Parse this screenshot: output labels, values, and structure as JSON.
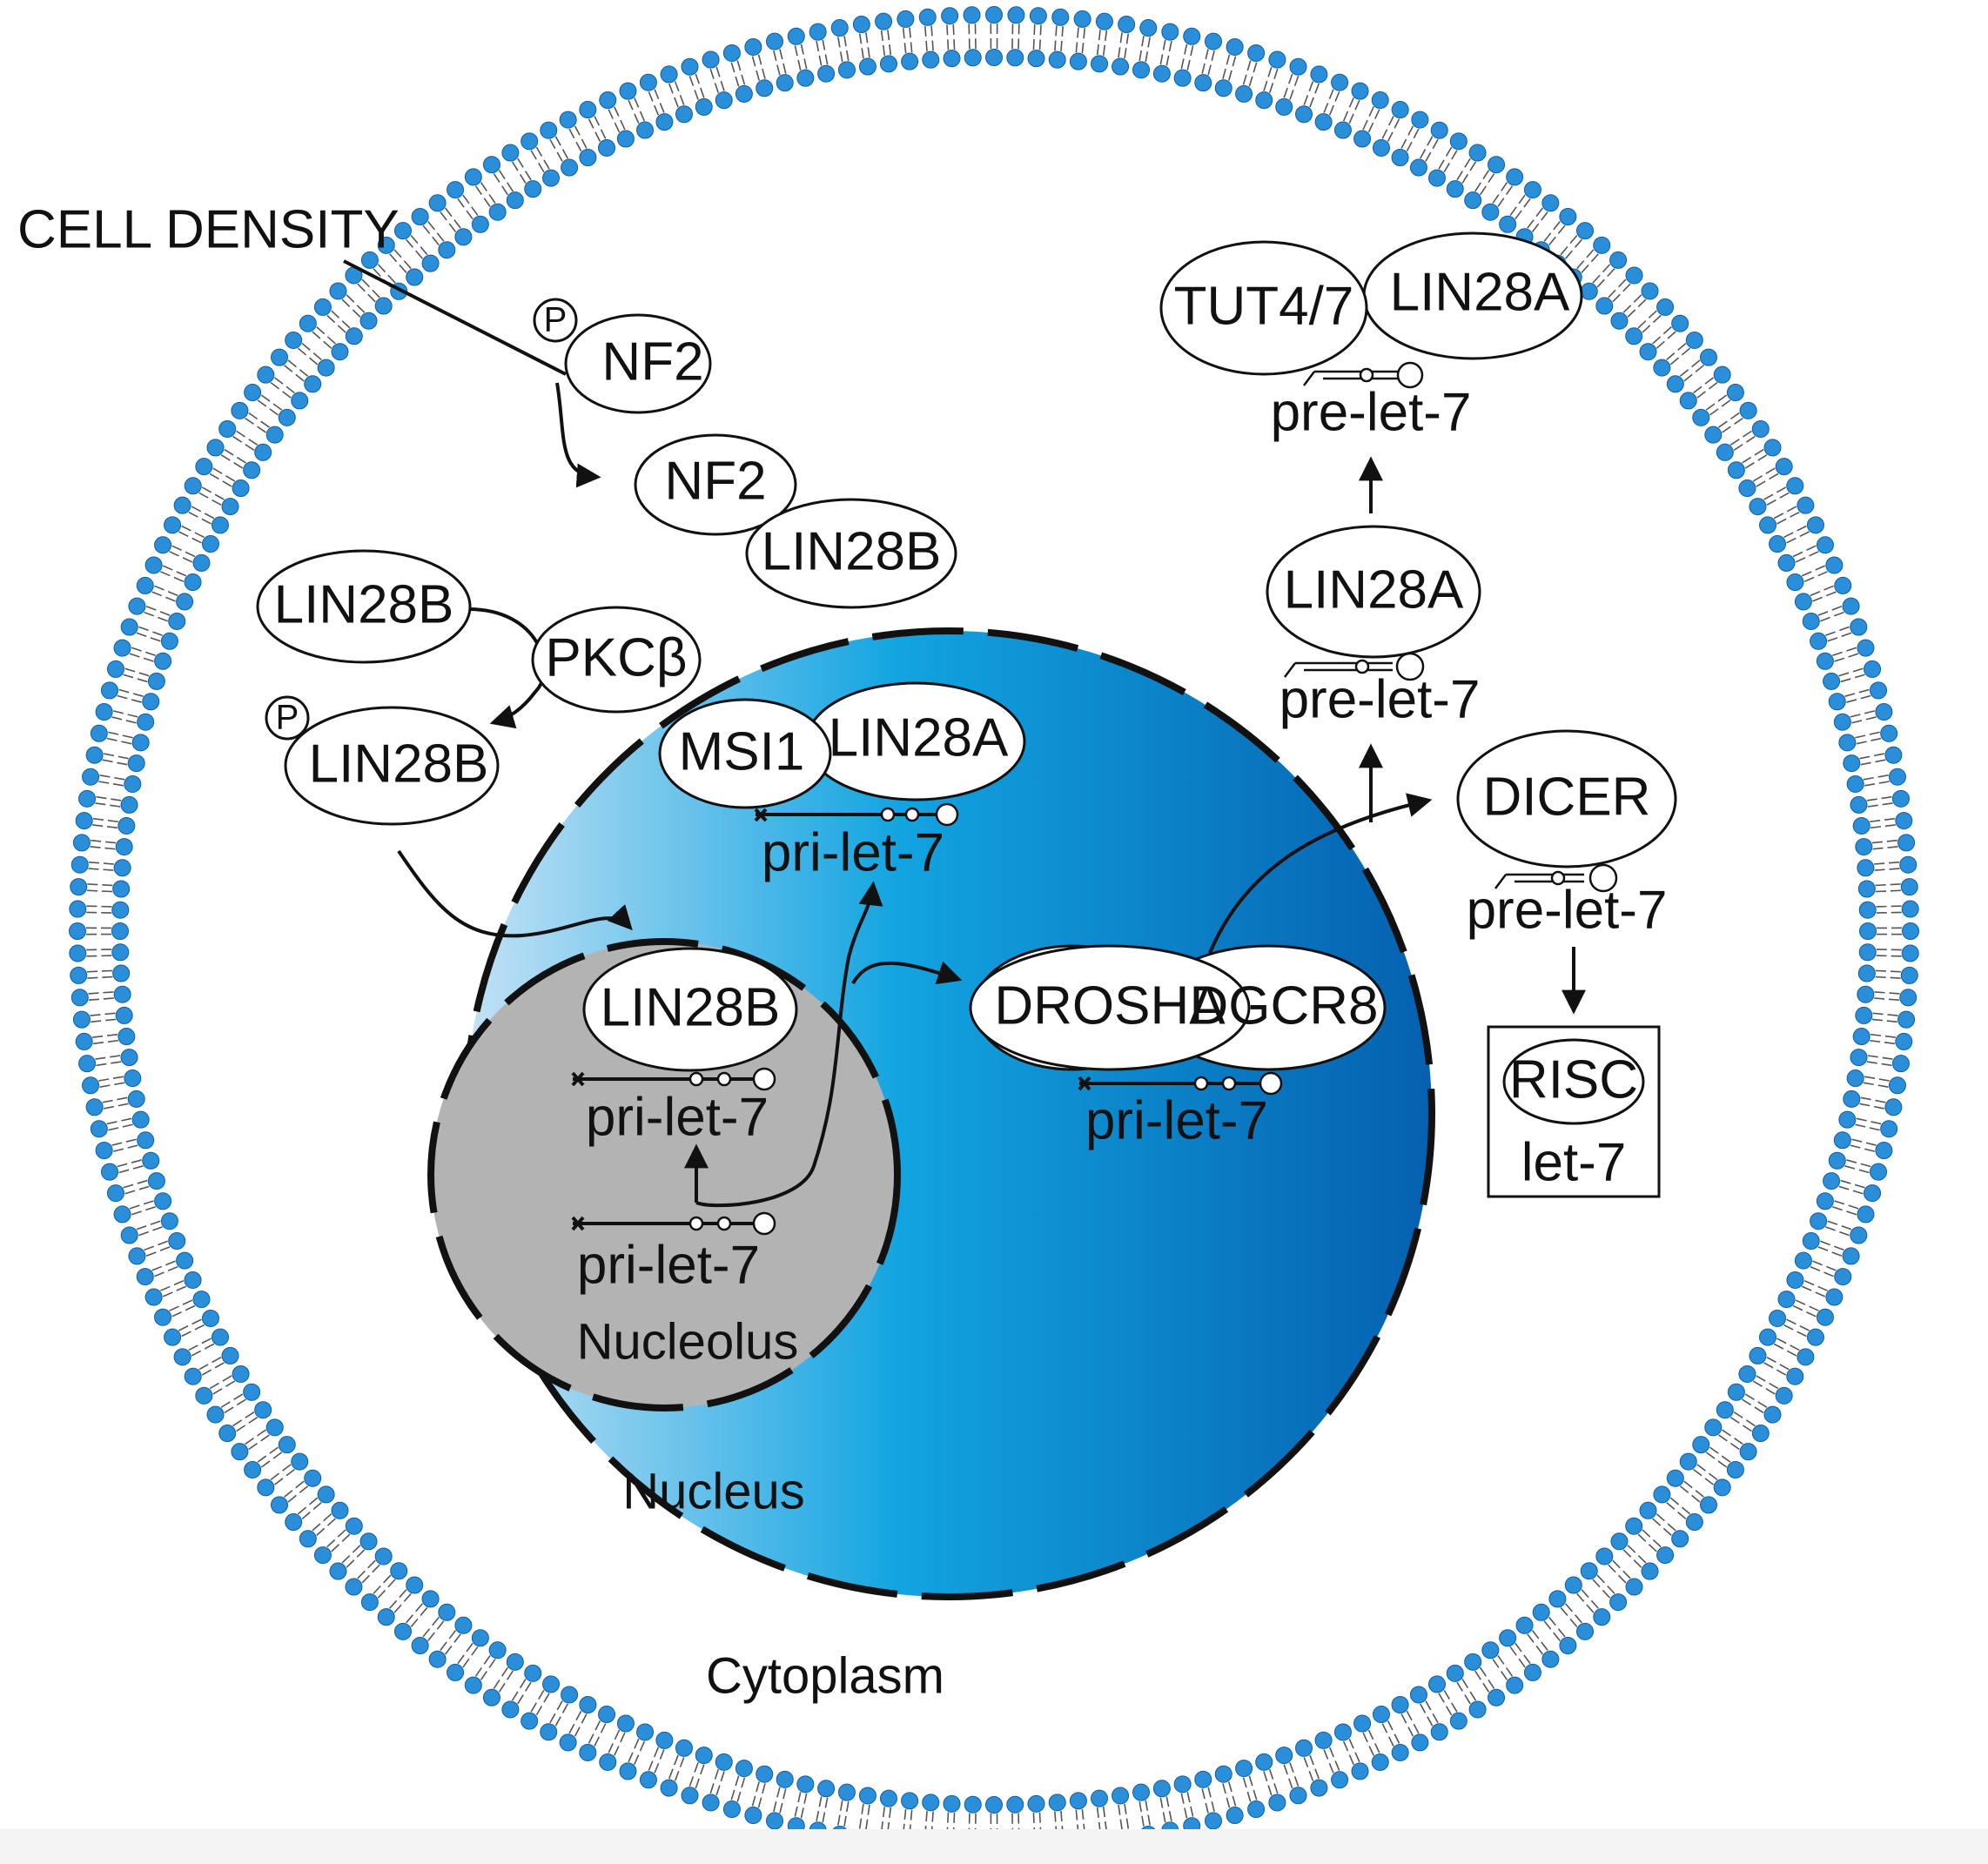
{
  "labels": {
    "cell_density": "CELL DENSITY",
    "cytoplasm": "Cytoplasm",
    "nucleus": "Nucleus",
    "nucleolus": "Nucleolus"
  },
  "proteins": {
    "p1": "P",
    "nf2_phospho": "NF2",
    "nf2_complex": "NF2",
    "lin28b_nf2": "LIN28B",
    "lin28b_top": "LIN28B",
    "pkcb": "PKCβ",
    "p2": "P",
    "lin28b_phospho": "LIN28B",
    "msi1": "MSI1",
    "lin28a_nucleus": "LIN28A",
    "lin28b_nucleolus": "LIN28B",
    "drosha": "DROSHA",
    "dgcr8": "DGCR8",
    "tut47": "TUT4/7",
    "lin28a_tut": "LIN28A",
    "lin28a_mid": "LIN28A",
    "dicer": "DICER",
    "risc": "RISC"
  },
  "rna": {
    "pri_nucleus": "pri-let-7",
    "pri_nucleolus_1": "pri-let-7",
    "pri_nucleolus_2": "pri-let-7",
    "pri_drosha": "pri-let-7",
    "pre_tut": "pre-let-7",
    "pre_lin28a": "pre-let-7",
    "pre_dicer": "pre-let-7",
    "let7": "let-7"
  },
  "colors": {
    "membrane_bead": "#2a8fd8",
    "nucleus_light": "#c4e2f6",
    "nucleus_mid": "#12a4e0",
    "nucleus_dark": "#0560b0",
    "nucleolus_fill": "#b3b3b3"
  }
}
